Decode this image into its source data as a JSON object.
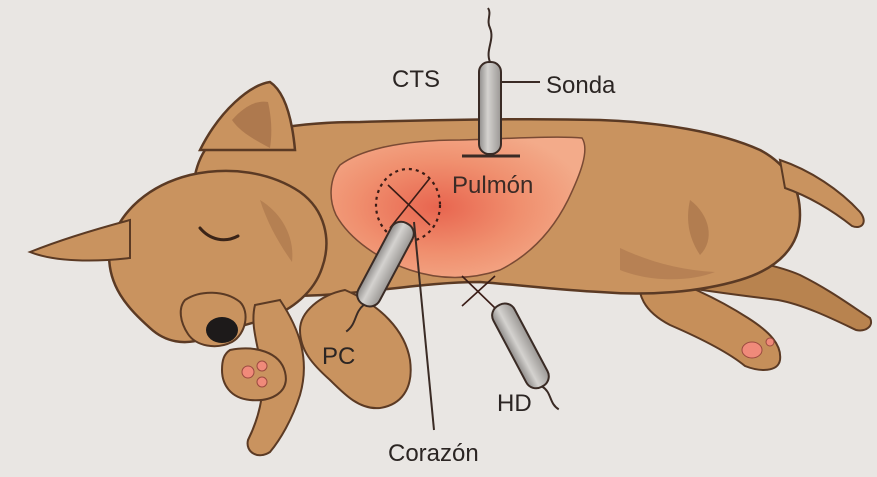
{
  "labels": {
    "cts": "CTS",
    "sonda": "Sonda",
    "pulmon": "Pulmón",
    "pc": "PC",
    "hd": "HD",
    "corazon": "Corazón"
  },
  "colors": {
    "background": "#e9e6e3",
    "fur": "#c9935f",
    "fur_dark": "#a8734a",
    "lung": "#f2a07e",
    "heart_glow": "#e5624d",
    "probe": "#b9b6b3",
    "paw_pad": "#f08a7a",
    "text": "#2b2523"
  }
}
